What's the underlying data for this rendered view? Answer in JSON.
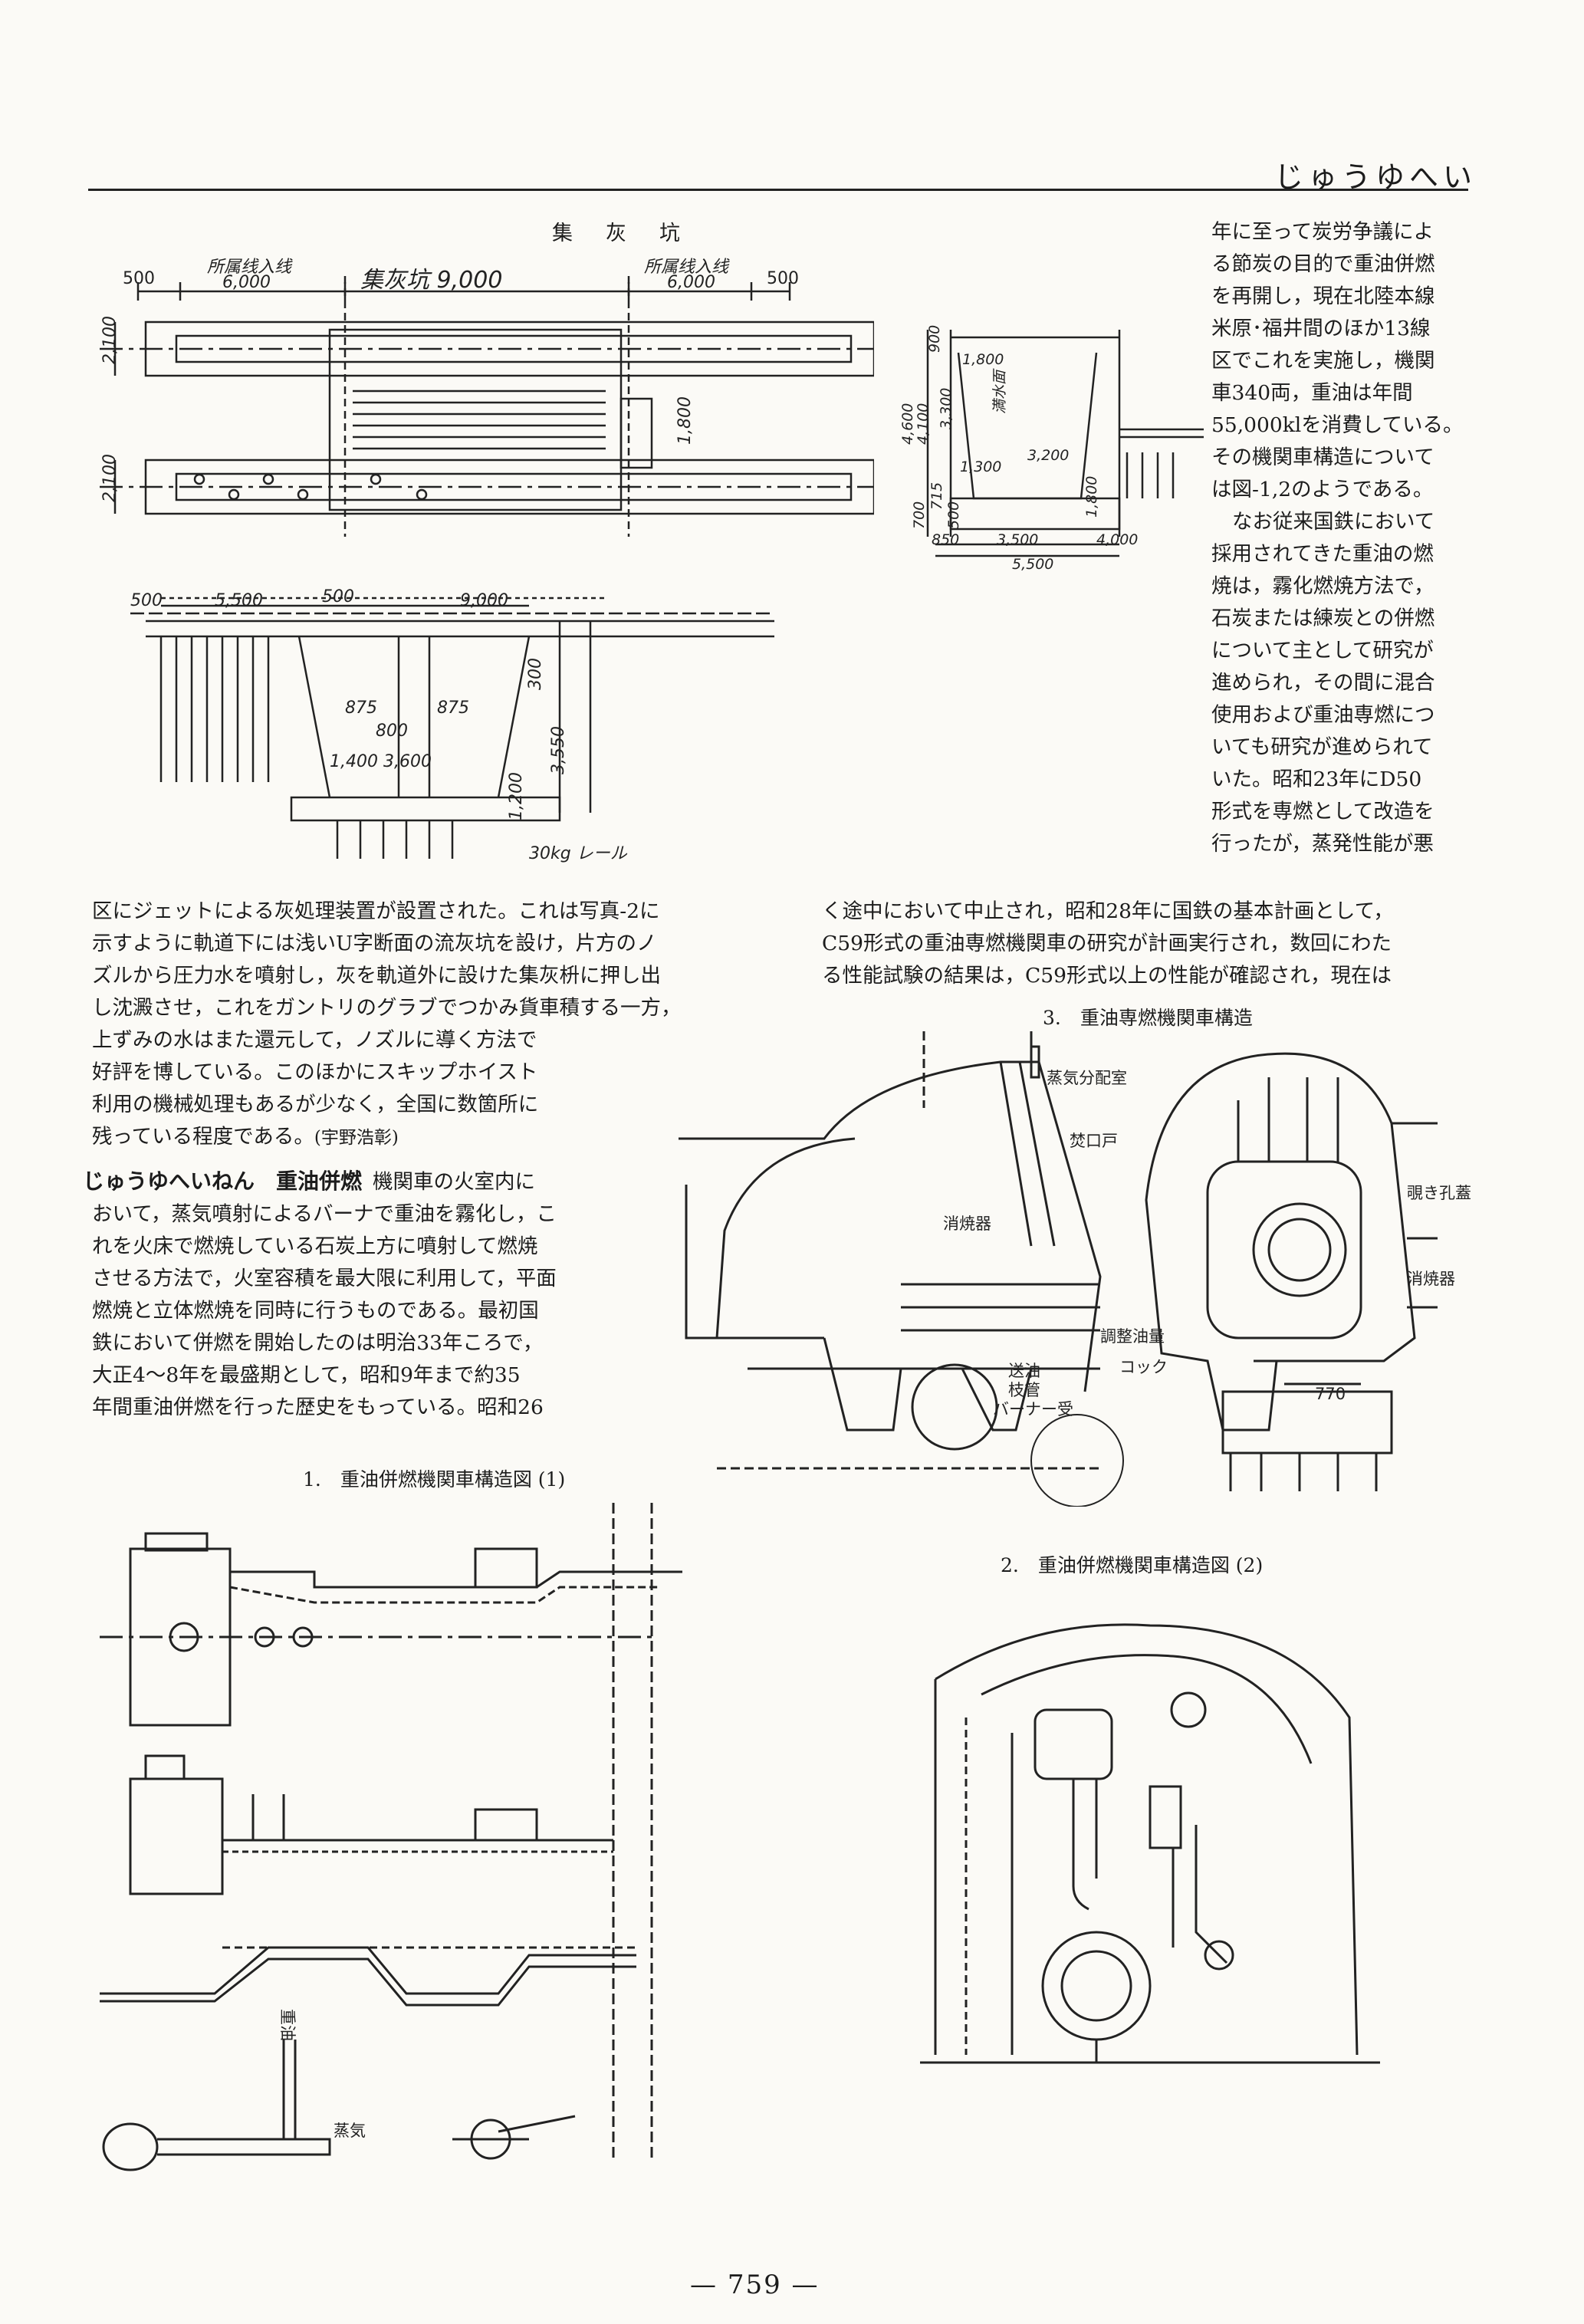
{
  "running_head": "じゅうゆへい",
  "page_number": "759",
  "fig_ash_pit": {
    "caption": "集　灰　坑",
    "labels": {
      "dim_500_tl": "500",
      "dim_500_tr": "500",
      "entry_track_l": "所属线入线",
      "entry_track_r": "所属线入线",
      "dim_6000_l": "6,000",
      "dim_6000_r": "6,000",
      "pit_label": "集灰坑 9,000",
      "dim_2100_top": "2,100",
      "dim_2100_bot": "2,100",
      "dim_1800": "1,800",
      "lower_500a": "500",
      "lower_5500": "5,500",
      "lower_500b": "500",
      "lower_9000": "9,000",
      "lower_875a": "875",
      "lower_875b": "875",
      "lower_800": "800",
      "lower_1400": "1,400",
      "lower_3600": "3,600",
      "lower_300": "300",
      "lower_3550": "3,550",
      "lower_1200": "1,200",
      "lower_rail": "30kg レール",
      "sec_900": "900",
      "sec_1800": "1,800",
      "sec_4600": "4,600",
      "sec_4100": "4,100",
      "sec_3300": "3,300",
      "sec_1300": "1,300",
      "sec_3200": "3,200",
      "sec_1800b": "1,800",
      "sec_700": "700",
      "sec_715": "715",
      "sec_500": "500",
      "sec_4000": "4,000",
      "sec_850": "850",
      "sec_3500": "3,500",
      "sec_5500": "5,500",
      "sec_water": "満水面"
    }
  },
  "body_left_top": [
    "区にジェットによる灰処理装置が設置された。これは写真-2に",
    "示すように軌道下には浅いU字断面の流灰坑を設け，片方のノ",
    "ズルから圧力水を噴射し，灰を軌道外に設けた集灰枡に押し出",
    "し沈澱させ，これをガントリのグラブでつかみ貨車積する一方，",
    "上ずみの水はまた還元して，ノズルに導く方法で",
    "好評を博している。このほかにスキップホイスト",
    "利用の機械処理もあるが少なく，全国に数箇所に",
    "残っている程度である。"
  ],
  "credit": "(宇野浩彰)",
  "entry": {
    "headword": "じゅうゆへいねん",
    "kanji": "重油併燃",
    "lines": [
      "機関車の火室内に",
      "おいて，蒸気噴射によるバーナで重油を霧化し，こ",
      "れを火床で燃焼している石炭上方に噴射して燃焼",
      "させる方法で，火室容積を最大限に利用して，平面",
      "燃焼と立体燃焼を同時に行うものである。最初国",
      "鉄において併燃を開始したのは明治33年ころで，",
      "大正4～8年を最盛期として，昭和9年まで約35",
      "年間重油併燃を行った歴史をもっている。昭和26"
    ]
  },
  "body_right_top": [
    "年に至って炭労争議によ",
    "る節炭の目的で重油併燃",
    "を再開し，現在北陸本線",
    "米原･福井間のほか13線",
    "区でこれを実施し，機関",
    "車340両，重油は年間",
    "55,000klを消費している。",
    "その機関車構造について",
    "は図-1,2のようである。"
  ],
  "body_right_p2": [
    "なお従来国鉄において",
    "採用されてきた重油の燃",
    "焼は，霧化燃焼方法で，",
    "石炭または練炭との併燃",
    "について主として研究が",
    "進められ，その間に混合",
    "使用および重油専燃につ",
    "いても研究が進められて",
    "いた。昭和23年にD50",
    "形式を専燃として改造を",
    "行ったが，蒸発性能が悪"
  ],
  "body_right_cont": [
    "く途中において中止され，昭和28年に国鉄の基本計画として，",
    "C59形式の重油専燃機関車の研究が計画実行され，数回にわた",
    "る性能試験の結果は，C59形式以上の性能が確認され，現在は"
  ],
  "fig3": {
    "caption": "3.　重油専燃機関車構造",
    "labels": {
      "steam_dist": "蒸気分配室",
      "fire_door": "焚口戸",
      "burner1": "消焼器",
      "peep": "覗き孔蓋",
      "burner2": "消焼器",
      "adjust": "調整油量",
      "cock": "コック",
      "feed": "送油",
      "branch": "枝管",
      "burner_recv": "バーナー受",
      "dim770": "770"
    }
  },
  "fig1": {
    "caption": "1.　重油併燃機関車構造図 (1)",
    "labels": {
      "oil": "重油",
      "steam": "蒸気"
    }
  },
  "fig2": {
    "caption": "2.　重油併燃機関車構造図 (2)"
  }
}
